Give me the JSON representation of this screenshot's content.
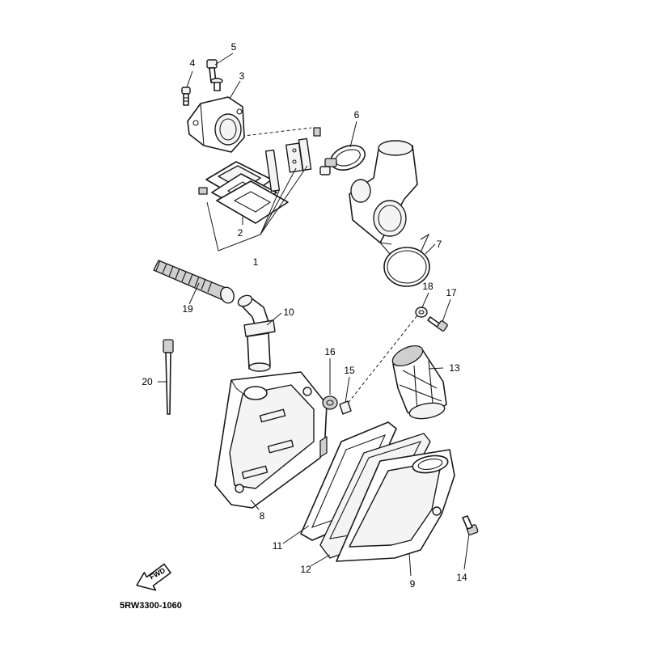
{
  "diagram": {
    "part_code": "5RW3300-1060",
    "fwd_label": "FWD",
    "callouts": [
      "1",
      "2",
      "3",
      "4",
      "5",
      "6",
      "7",
      "8",
      "9",
      "10",
      "11",
      "12",
      "13",
      "14",
      "15",
      "16",
      "17",
      "18",
      "19",
      "20"
    ]
  }
}
